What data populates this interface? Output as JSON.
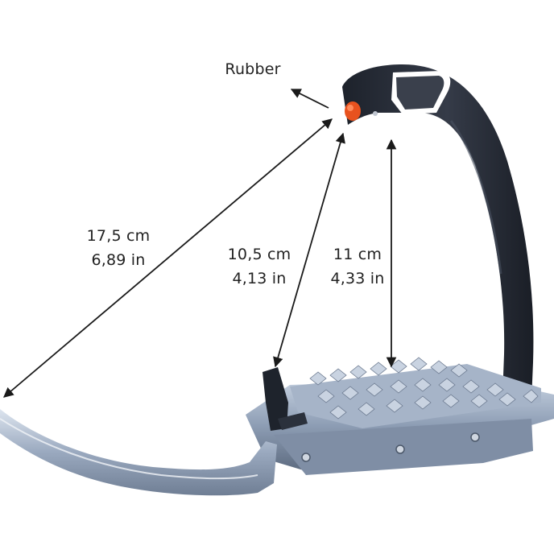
{
  "annotations": {
    "rubber": "Rubber",
    "diagonal_cm": "17,5 cm",
    "diagonal_in": "6,89 in",
    "inner_cm": "10,5 cm",
    "inner_in": "4,13 in",
    "height_cm": "11 cm",
    "height_in": "4,33 in"
  },
  "colors": {
    "arch": "#2a2f3a",
    "base": "#8c9cb3",
    "rubber_button": "#e8521e",
    "arrows": "#1a1a1a"
  },
  "icons": [
    "stirrup-product-photo",
    "dimension-arrows"
  ]
}
